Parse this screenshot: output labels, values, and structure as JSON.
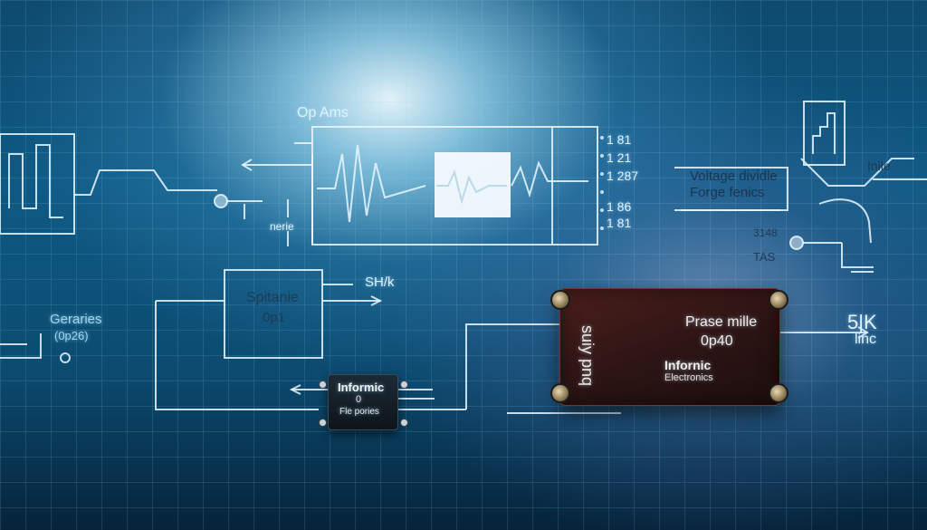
{
  "oscilloscope": {
    "title": "Op Ams",
    "scale_values": [
      "1 81",
      "1 21",
      "1 287",
      "1 86",
      "1 81"
    ],
    "side_label": "nerie"
  },
  "left_block": {
    "name": "Spitanie",
    "value": "0p1",
    "output_label": "SH/k"
  },
  "generaries": {
    "title": "Geraries",
    "sub": "(0p26)"
  },
  "small_chip": {
    "title": "Informic",
    "line2": "0",
    "line3": "Fle pories"
  },
  "big_chip": {
    "rotated_text": "suiy pnq",
    "title": "Prase mille",
    "value": "0p40",
    "brand": "Infornic",
    "sub": "Electronics",
    "output": "5|K",
    "output_sub": "linc"
  },
  "voltage_box": {
    "line1": "Voltage dividle",
    "line2": "Forge fenics"
  },
  "right_labels": {
    "r1": "3148",
    "r2": "TAS",
    "top_right": "Inile"
  },
  "colors": {
    "grid": "#7fc6ea",
    "line": "#e6f6ff",
    "chip_red": "#3a1816",
    "chip_dark": "#131c24"
  }
}
